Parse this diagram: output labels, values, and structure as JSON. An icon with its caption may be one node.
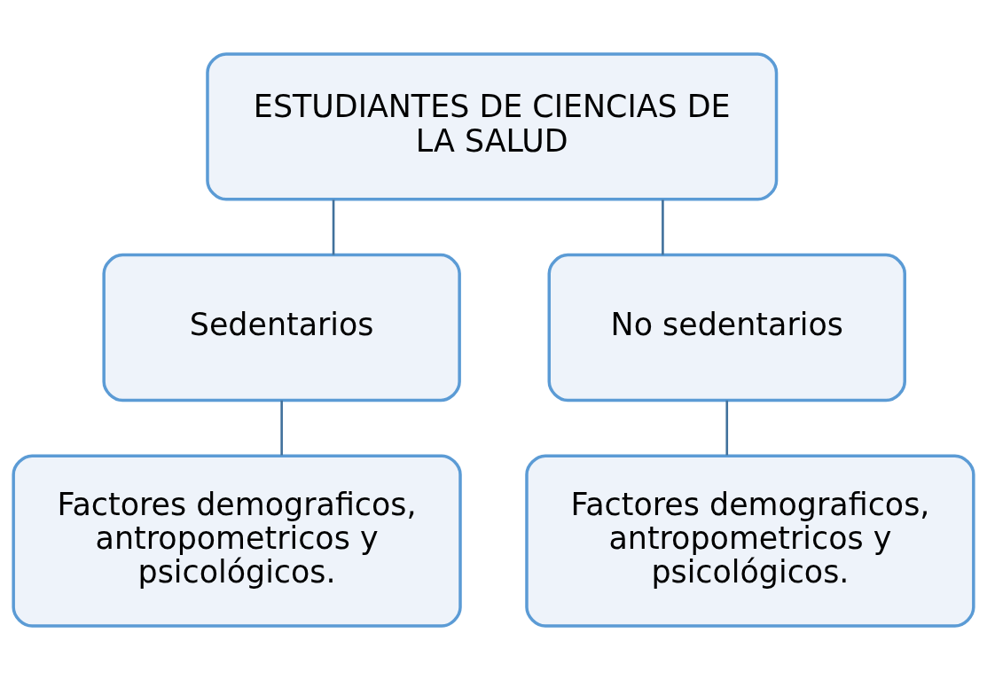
{
  "diagram": {
    "nodes": [
      {
        "text": [
          "ESTUDIANTES DE CIENCIAS DE LA SALUD"
        ]
      },
      {
        "text": [
          "Sedentarios"
        ]
      },
      {
        "text": [
          "No sedentarios"
        ]
      },
      {
        "text": [
          "Factores demograficos, antropometricos y psicológicos."
        ]
      },
      {
        "text": [
          "Factores demograficos, antropometricos y psicológicos."
        ]
      }
    ],
    "edges": [
      {
        "from": 0,
        "to": 1,
        "arrow": "none"
      },
      {
        "from": 0,
        "to": 2,
        "arrow": "none"
      },
      {
        "from": 1,
        "to": 3,
        "arrow": "none"
      },
      {
        "from": 2,
        "to": 4,
        "arrow": "none"
      }
    ]
  }
}
